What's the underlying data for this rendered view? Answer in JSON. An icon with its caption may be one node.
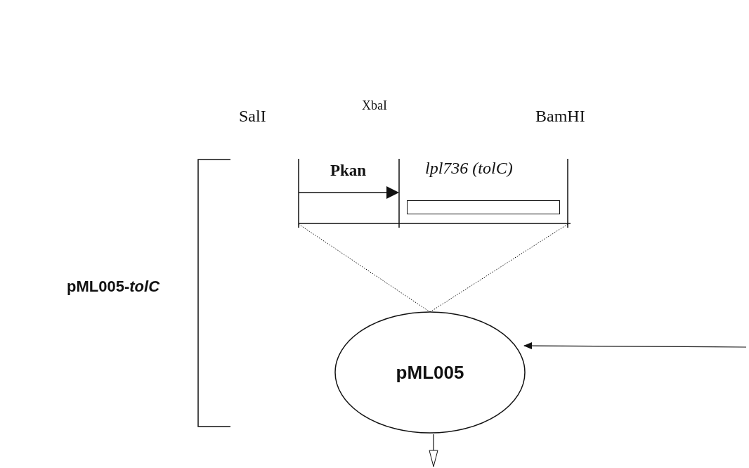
{
  "diagram": {
    "nodes": [
      {
        "text": [],
        "shape": "bar"
      },
      {
        "text": [
          "lpl736 (tolC)"
        ],
        "in": 0
      },
      {
        "text": [
          "pML005"
        ]
      }
    ],
    "edges": [
      {
        "from": 0,
        "to": 2,
        "arrow": "none",
        "style": "dashed"
      },
      {
        "from": 0,
        "to": 2,
        "arrow": "none",
        "style": "dashed"
      },
      {
        "from": null,
        "to": 2,
        "arrow": "to"
      },
      {
        "from": 2,
        "to": null,
        "arrow": "to"
      }
    ],
    "labels": [
      "XbaI",
      "SalI",
      "BamHI",
      "Pkan",
      "pML005-*tolC*"
    ]
  }
}
